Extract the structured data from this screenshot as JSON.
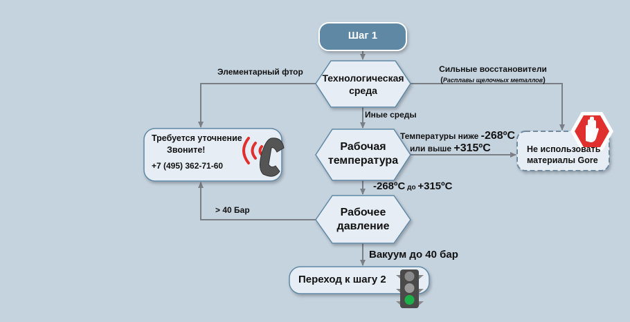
{
  "step1": {
    "label": "Шаг 1"
  },
  "node_env": {
    "line1": "Технологическая",
    "line2": "среда"
  },
  "node_temp": {
    "line1": "Рабочая",
    "line2": "температура"
  },
  "node_pressure": {
    "line1": "Рабочее",
    "line2": "давление"
  },
  "edge_fluorine": "Элементарный фтор",
  "edge_reducers": {
    "line1": "Сильные восстановители",
    "open": "(",
    "italic": "Расплавы щелочных металлов",
    "close": ")"
  },
  "edge_other": "Иные среды",
  "edge_temp_out": {
    "line1a": "Температуры ниже ",
    "line1b": "-268ºC",
    "line2a": "или выше ",
    "line2b": "+315ºC"
  },
  "edge_temp_ok": {
    "a": "-268ºC",
    "b": " до ",
    "c": "+315ºC"
  },
  "edge_pressure_high": "> 40 Бар",
  "edge_vacuum": "Вакуум до 40 бар",
  "contact_box": {
    "line1": "Требуется уточнение",
    "line2": "Звоните!",
    "phone": "+7 (495) 362-71-60"
  },
  "gore_box": {
    "line1": "Не использовать",
    "line2": "материалы Gore"
  },
  "next_step": {
    "label": "Переход к шагу 2"
  },
  "colors": {
    "background": "#c5d3df",
    "step": "#5e88a5",
    "node": "#e6edf4",
    "line": "#7a7f85",
    "stop": "#e0302e",
    "green": "#1db04a"
  }
}
